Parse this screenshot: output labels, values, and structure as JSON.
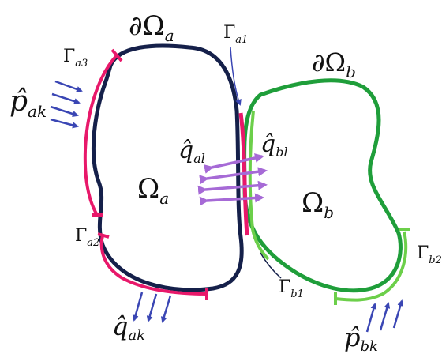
{
  "colors": {
    "domain_a": "#15204a",
    "domain_b": "#1f9e3a",
    "boundary_magenta": "#e8186a",
    "boundary_lightgreen": "#6ccf4a",
    "arrow_blue": "#3a46b4",
    "arrow_purple": "#a66ad6"
  },
  "labels": {
    "boundary_a": "∂Ω",
    "boundary_a_sub": "a",
    "boundary_b": "∂Ω",
    "boundary_b_sub": "b",
    "omega_a": "Ω",
    "omega_a_sub": "a",
    "omega_b": "Ω",
    "omega_b_sub": "b",
    "gamma_a1": "Γ",
    "gamma_a1_sub": "a1",
    "gamma_a2": "Γ",
    "gamma_a2_sub": "a2",
    "gamma_a3": "Γ",
    "gamma_a3_sub": "a3",
    "gamma_b1": "Γ",
    "gamma_b1_sub": "b1",
    "gamma_b2": "Γ",
    "gamma_b2_sub": "b2",
    "p_ak": "p̂",
    "p_ak_sub": "ak",
    "p_bk": "p̂",
    "p_bk_sub": "bk",
    "q_al": "q̂",
    "q_al_sub": "al",
    "q_bl": "q̂",
    "q_bl_sub": "bl",
    "q_ak": "q̂",
    "q_ak_sub": "ak"
  }
}
